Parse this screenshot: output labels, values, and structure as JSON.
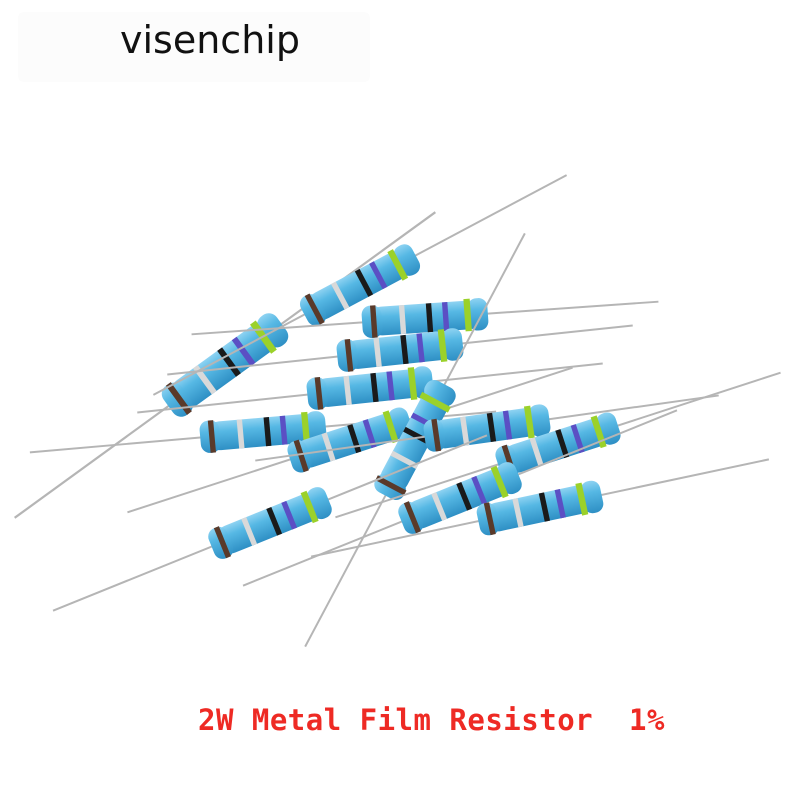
{
  "brand": {
    "name": "visenchip"
  },
  "product": {
    "caption": "2W Metal Film Resistor  1%",
    "power": "2W",
    "type": "Metal Film Resistor",
    "tolerance": "1%"
  },
  "colors": {
    "caption": "#ee2a24",
    "resistor_body": "#4fb3e0",
    "band_green": "#9bd12a",
    "band_violet": "#5b4fc4",
    "band_black": "#1a1a1a",
    "band_brown": "#5a3a2a",
    "band_silver": "#d8d8d8",
    "lead": "#b8b8b8"
  },
  "photo": {
    "subject": "pile of blue 2W metal film resistors with color bands and axial leads"
  }
}
